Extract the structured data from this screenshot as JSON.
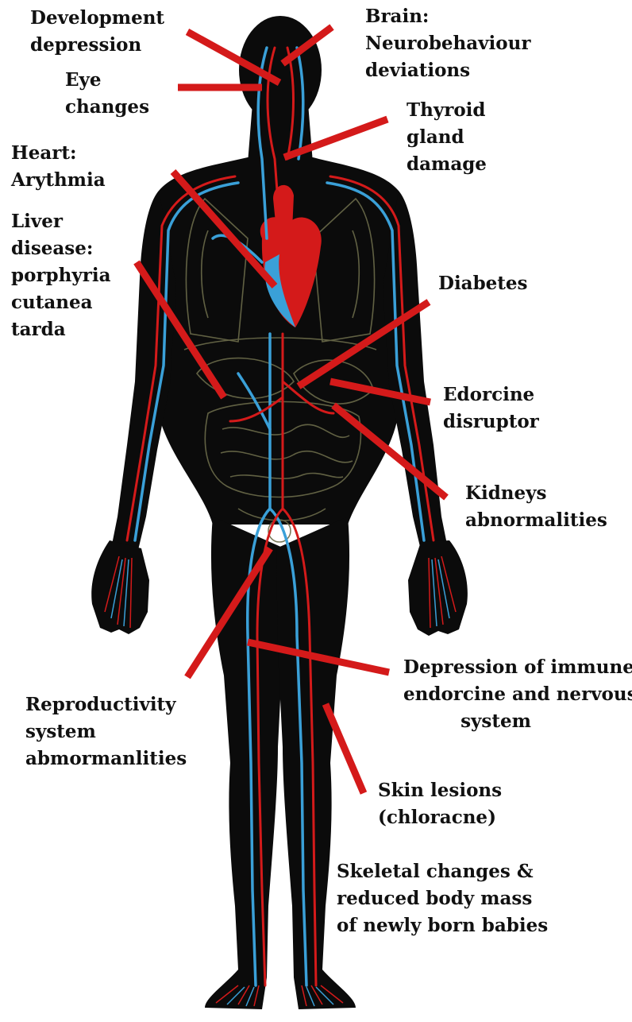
{
  "labels": {
    "development": "Development\ndepression",
    "brain": "Brain:\nNeurobehaviour\ndeviations",
    "eye": "Eye\nchanges",
    "thyroid": "Thyroid\ngland\ndamage",
    "heart": "Heart:\nArythmia",
    "liver": "Liver\ndisease:\nporphyria\ncutanea\ntarda",
    "diabetes": "Diabetes",
    "endocrine": "Edorcine\ndisruptor",
    "kidneys": "Kidneys\nabnormalities",
    "immune": "Depression of immune,\nendorcine and nervous\n         system",
    "reproductive": "Reproductivity\nsystem\nabmormanlities",
    "skin": "Skin lesions\n(chloracne)",
    "skeletal": "Skeletal changes &\nreduced body mass\nof newly born babies"
  },
  "colors": {
    "body": "#0b0b0b",
    "artery": "#d41a1a",
    "vein": "#3aa0d8",
    "pointer": "#d41a1a",
    "text": "#111111",
    "background": "#ffffff"
  }
}
